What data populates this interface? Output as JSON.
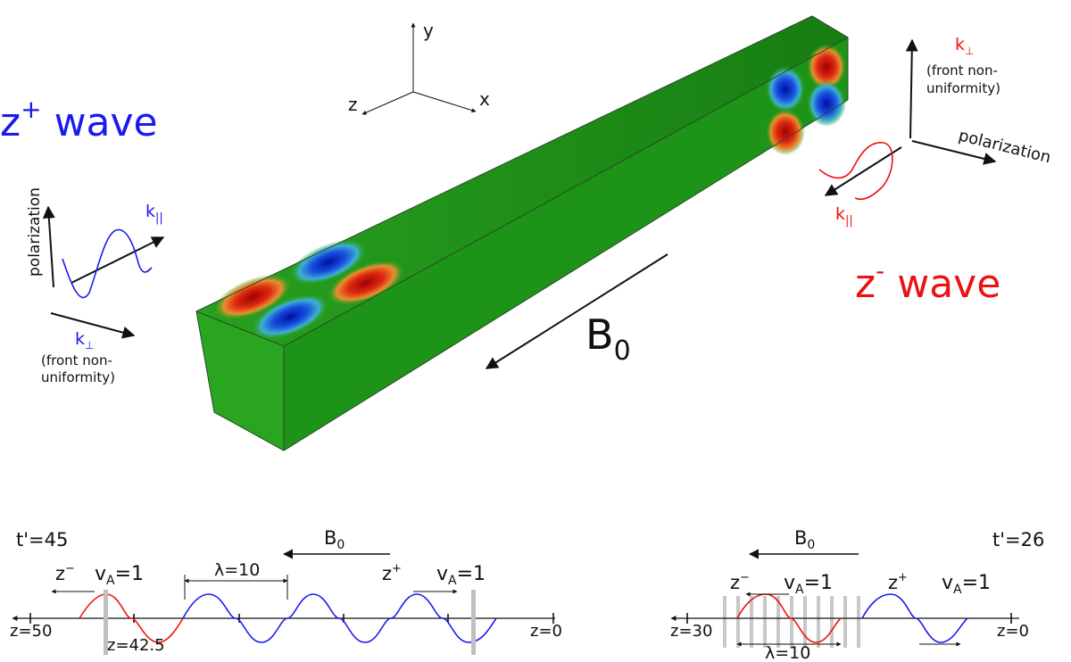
{
  "axes3d": {
    "x": "x",
    "y": "y",
    "z": "z"
  },
  "top": {
    "b0_main": "B",
    "b0_main_sub": "0",
    "zplus_title": "z",
    "zplus_title_sup": "+",
    "zplus_title_word": " wave",
    "zminus_title": "z",
    "zminus_title_sup": "-",
    "zminus_title_word": " wave",
    "left_polarization": "polarization",
    "left_kpar": "k",
    "left_kpar_sub": "||",
    "left_kperp": "k",
    "left_kperp_sub": "⊥",
    "left_front_line1": "(front non-",
    "left_front_line2": "uniformity)",
    "right_kperp": "k",
    "right_kperp_sub": "⊥",
    "right_front_line1": "(front non-",
    "right_front_line2": "uniformity)",
    "right_polarization": "polarization",
    "right_kpar": "k",
    "right_kpar_sub": "||"
  },
  "bottom_left": {
    "time": "t'=45",
    "b0": "B",
    "b0_sub": "0",
    "zminus": "z",
    "zminus_sup": "−",
    "va_left": "v",
    "va_left_sub": "A",
    "va_left_val": "=1",
    "lambda": "λ=10",
    "zplus": "z",
    "zplus_sup": "+",
    "va_right": "v",
    "va_right_sub": "A",
    "va_right_val": "=1",
    "z_left": "z=50",
    "z_mid": "z=42.5",
    "z_right": "z=0"
  },
  "bottom_right": {
    "time": "t'=26",
    "b0": "B",
    "b0_sub": "0",
    "zminus": "z",
    "zminus_sup": "−",
    "va_left": "v",
    "va_left_sub": "A",
    "va_left_val": "=1",
    "zplus": "z",
    "zplus_sup": "+",
    "va_right": "v",
    "va_right_sub": "A",
    "va_right_val": "=1",
    "z_left": "z=30",
    "z_right": "z=0",
    "lambda": "λ=10"
  },
  "colors": {
    "zplus": "#1a1aee",
    "zminus": "#ee1111",
    "box_front": "#2aa520",
    "box_top": "#1c8a16",
    "box_side": "#168014",
    "marker": "#c0c0c0"
  }
}
